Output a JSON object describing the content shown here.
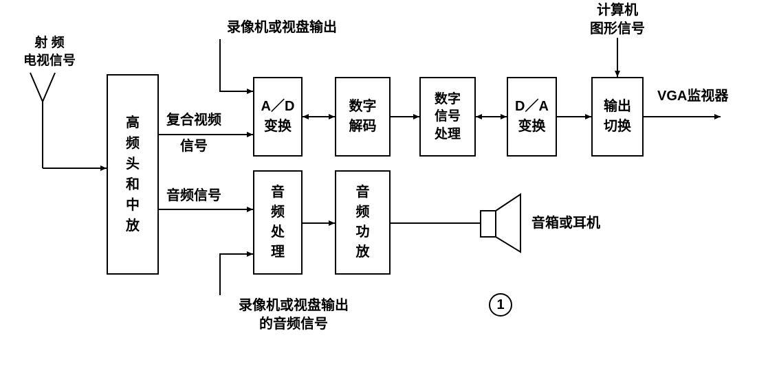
{
  "diagram": {
    "boxes": {
      "tuner": {
        "label": "高\n频\n头\n和\n中\n放"
      },
      "ad": {
        "label": "A／D\n变换"
      },
      "decode": {
        "label": "数字\n解码"
      },
      "dsp": {
        "label": "数字\n信号\n处理"
      },
      "da": {
        "label": "D／A\n变换"
      },
      "switch": {
        "label": "输出\n切换"
      },
      "audio_proc": {
        "label": "音\n频\n处\n理"
      },
      "audio_amp": {
        "label": "音\n频\n功\n放"
      }
    },
    "labels": {
      "rf_input": "射 频\n电视信号",
      "vcr_video": "录像机或视盘输出",
      "composite_line1": "复合视频",
      "composite_line2": "信号",
      "audio_signal": "音频信号",
      "computer_graphics": "计算机\n图形信号",
      "vga_monitor": "VGA监视器",
      "speaker_output": "音箱或耳机",
      "vcr_audio": "录像机或视盘输出\n的音频信号",
      "figure_number": "1"
    },
    "colors": {
      "line": "#000000",
      "background": "#ffffff"
    }
  }
}
